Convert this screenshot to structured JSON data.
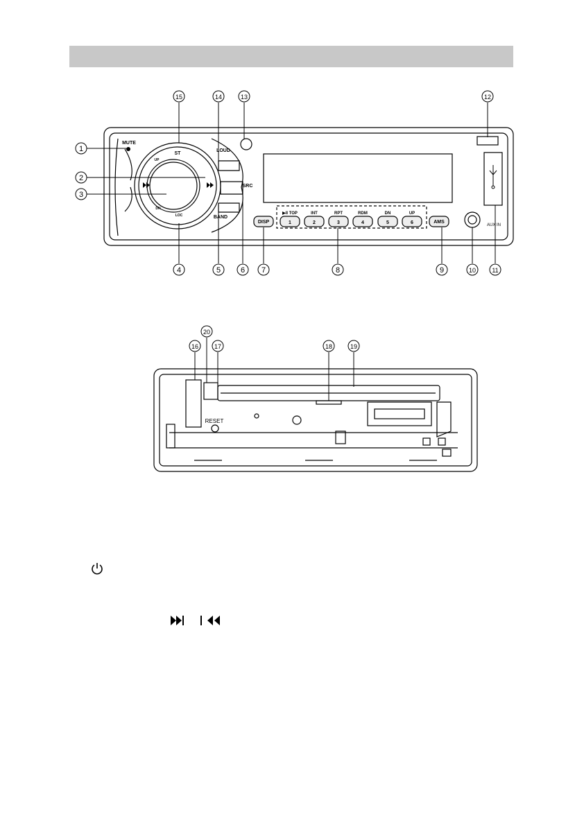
{
  "callouts_front": [
    "1",
    "2",
    "3",
    "4",
    "5",
    "6",
    "7",
    "8",
    "9",
    "10",
    "11",
    "12",
    "13",
    "14",
    "15"
  ],
  "callouts_back": [
    "16",
    "17",
    "18",
    "19",
    "20"
  ],
  "front_panel": {
    "mute_label": "MUTE",
    "st_label": "ST",
    "up_label": "UP",
    "dn_knob_label": "DN",
    "loc_label": "LOC",
    "loud_label": "LOUD",
    "src_label": "SRC",
    "band_label": "BAND",
    "disp_label": "DISP",
    "ams_label": "AMS",
    "aux_label": "AUX IN",
    "preset_tops": [
      "▶II TOP",
      "INT",
      "RPT",
      "RDM",
      "DN",
      "UP"
    ],
    "preset_numbers": [
      "1",
      "2",
      "3",
      "4",
      "5",
      "6"
    ]
  },
  "back_panel": {
    "reset_label": "RESET"
  },
  "icons": [
    "power-icon",
    "next-track-icon",
    "previous-track-icon",
    "usb-icon",
    "eject-icon"
  ]
}
